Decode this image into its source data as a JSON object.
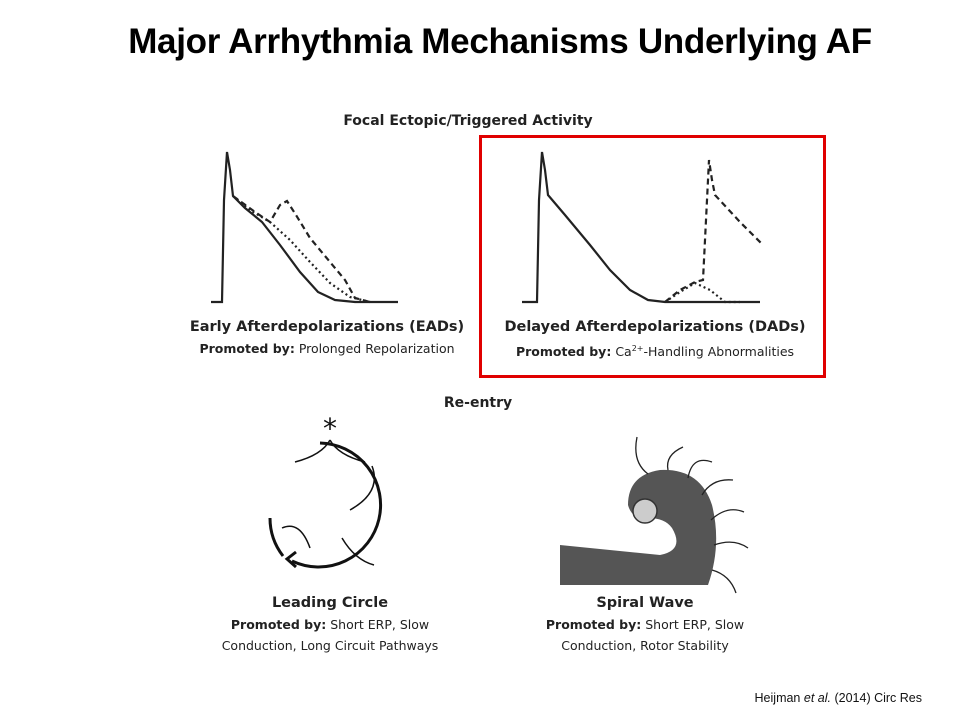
{
  "title": "Major Arrhythmia Mechanisms Underlying AF",
  "focal_section": {
    "heading": "Focal Ectopic/Triggered Activity",
    "ead": {
      "title": "Early Afterdepolarizations (EADs)",
      "promoted_label": "Promoted by:",
      "promoted_text": "Prolonged Repolarization"
    },
    "dad": {
      "title": "Delayed Afterdepolarizations (DADs)",
      "promoted_label": "Promoted by:",
      "promoted_text_prefix": "Ca",
      "promoted_sup": "2+",
      "promoted_text_suffix": "-Handling Abnormalities",
      "highlighted": true,
      "highlight_color": "#e00000"
    }
  },
  "reentry_section": {
    "heading": "Re-entry",
    "leading_circle": {
      "title": "Leading Circle",
      "promoted_label": "Promoted by:",
      "promoted_line1": "Short ERP, Slow",
      "promoted_line2": "Conduction, Long Circuit Pathways",
      "marker": "*"
    },
    "spiral_wave": {
      "title": "Spiral Wave",
      "promoted_label": "Promoted by:",
      "promoted_line1": "Short ERP, Slow",
      "promoted_line2": "Conduction, Rotor Stability"
    }
  },
  "citation": {
    "author": "Heijman",
    "etal": "et al.",
    "rest": "(2014) Circ Res"
  }
}
